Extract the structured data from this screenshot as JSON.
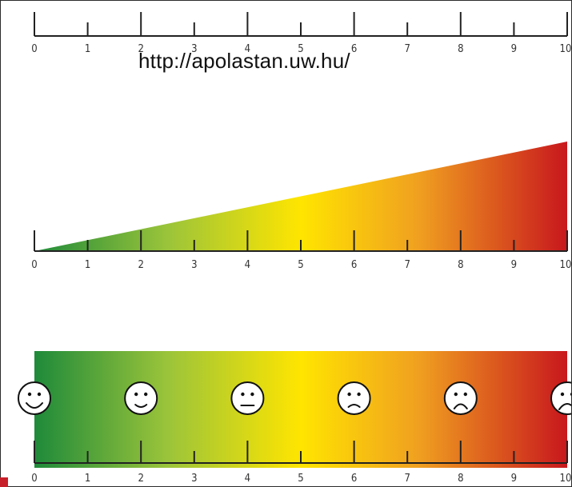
{
  "url_text": "http://apolastan.uw.hu/",
  "scale": {
    "ticks": [
      "0",
      "1",
      "2",
      "3",
      "4",
      "5",
      "6",
      "7",
      "8",
      "9",
      "10"
    ],
    "min": 0,
    "max": 10
  },
  "colors": {
    "low": "#1e8a3a",
    "mid": "#ffe500",
    "high": "#c8171d",
    "line": "#222222",
    "accent": "#c8202a"
  },
  "faces": [
    {
      "value": 0,
      "mood": "big-smile-face-icon"
    },
    {
      "value": 2,
      "mood": "smile-face-icon"
    },
    {
      "value": 4,
      "mood": "neutral-face-icon"
    },
    {
      "value": 6,
      "mood": "slight-frown-face-icon"
    },
    {
      "value": 8,
      "mood": "frown-face-icon"
    },
    {
      "value": 10,
      "mood": "big-frown-face-icon"
    }
  ]
}
